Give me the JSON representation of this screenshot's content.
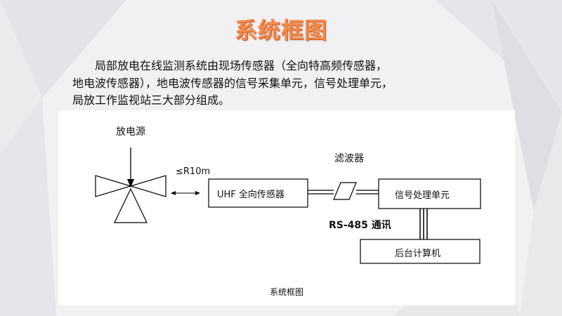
{
  "title": "系统框图",
  "intro": {
    "line1": "局部放电在线监测系统由现场传感器（全向特高频传感器，",
    "line2": "地电波传感器），地电波传感器的信号采集单元，信号处理单元，",
    "line3": "局放工作监视站三大部分组成。"
  },
  "diagram": {
    "discharge_source_label": "放电源",
    "distance_label": "≤R10m",
    "filter_label": "滤波器",
    "uhf_sensor_label": "UHF 全向传感器",
    "signal_unit_label": "信号处理单元",
    "rs485_label": "RS-485 通讯",
    "computer_label": "后台计算机",
    "caption": "系统框图"
  },
  "colors": {
    "title": "#f58a4b",
    "background": "#f1f1f3",
    "panel": "#ffffff"
  }
}
